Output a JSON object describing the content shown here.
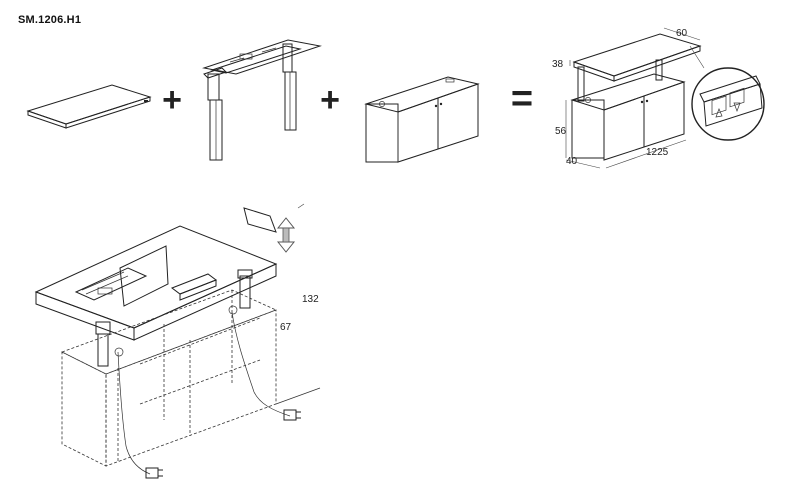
{
  "model_code": "SM.1206.H1",
  "operators": {
    "plus_1": "+",
    "plus_2": "+",
    "equals": "="
  },
  "dimensions": {
    "depth": "60",
    "top_thickness": "38",
    "cabinet_height": "56",
    "cabinet_depth": "40",
    "length": "1225",
    "total_height": "132",
    "desk_height": "67"
  },
  "icons": {
    "control_up": "up-arrow-button",
    "control_down": "down-arrow-button",
    "height_adjust": "double-arrow-vertical"
  }
}
